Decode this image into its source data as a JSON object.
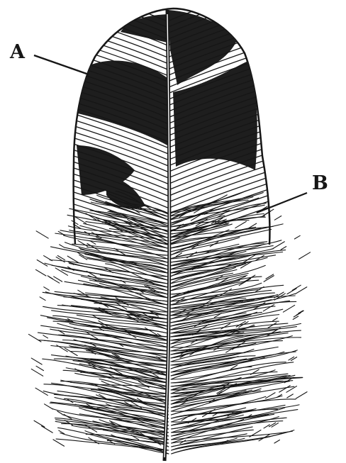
{
  "figure": {
    "labels": [
      {
        "id": "A",
        "text": "A"
      },
      {
        "id": "B",
        "text": "B"
      }
    ]
  },
  "colors": {
    "ink": "#161616",
    "background": "#ffffff"
  }
}
